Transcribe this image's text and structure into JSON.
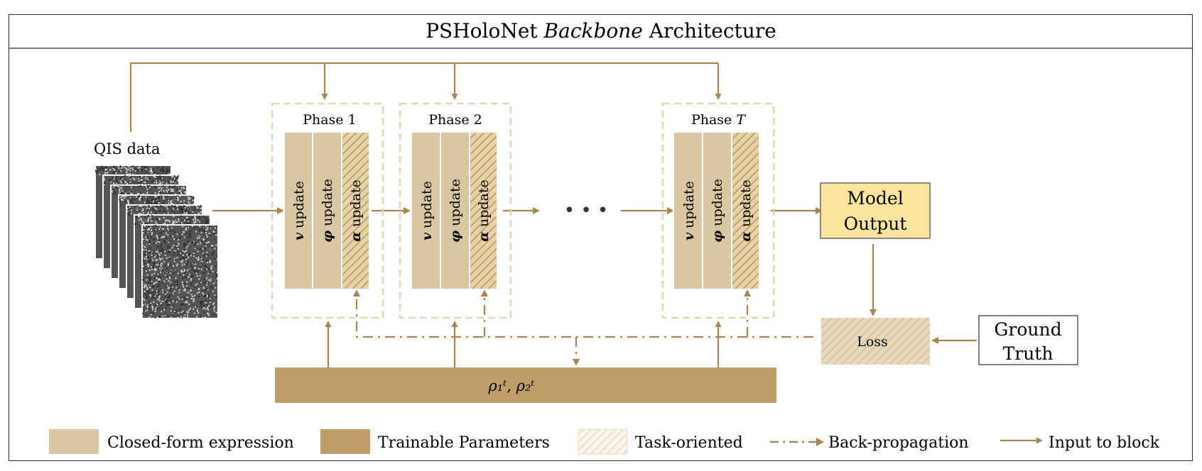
{
  "title": {
    "prefix": "PSHoloNet",
    "italic": "Backbone",
    "suffix": "Architecture"
  },
  "input": {
    "label": "QIS data"
  },
  "phases": [
    {
      "name": "Phase 1",
      "name_italic": "",
      "rows": [
        {
          "symbol": "v",
          "text": "update"
        },
        {
          "symbol": "φ",
          "text": "update"
        },
        {
          "symbol": "α",
          "text": "update"
        }
      ]
    },
    {
      "name": "Phase 2",
      "name_italic": "",
      "rows": [
        {
          "symbol": "v",
          "text": "update"
        },
        {
          "symbol": "φ",
          "text": "update"
        },
        {
          "symbol": "α",
          "text": "update"
        }
      ]
    },
    {
      "name": "Phase",
      "name_italic": "T",
      "rows": [
        {
          "symbol": "v",
          "text": "update"
        },
        {
          "symbol": "φ",
          "text": "update"
        },
        {
          "symbol": "α",
          "text": "update"
        }
      ]
    }
  ],
  "ellipsis": "• • •",
  "model_output": {
    "line1": "Model",
    "line2": "Output"
  },
  "loss": {
    "label": "Loss"
  },
  "ground_truth": {
    "line1": "Ground",
    "line2": "Truth"
  },
  "params_bar": {
    "label": "ρ₁ᵗ, ρ₂ᵗ"
  },
  "legend": [
    {
      "label": "Closed-form expression",
      "kind": "closed"
    },
    {
      "label": "Trainable Parameters",
      "kind": "trainable"
    },
    {
      "label": "Task-oriented",
      "kind": "task"
    },
    {
      "label": "Back-propagation",
      "kind": "backprop"
    },
    {
      "label": "Input to block",
      "kind": "input"
    }
  ],
  "colors": {
    "closed_form": "#d8c7a1",
    "trainable": "#bf9e69",
    "arrow": "#a88550",
    "phase_border": "#e4d4b6",
    "model_output_fill": "#fde69b",
    "frame": "#2b2b2b"
  }
}
